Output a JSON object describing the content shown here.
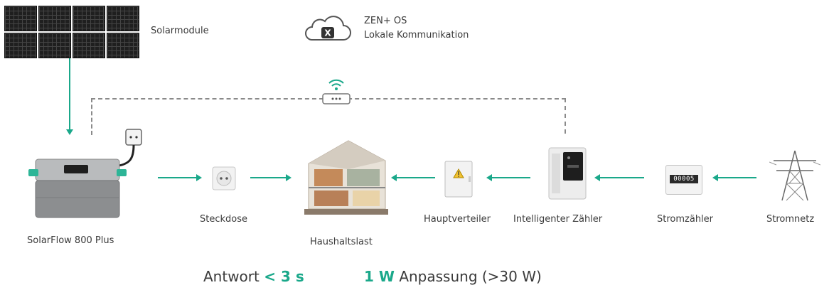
{
  "nodes": {
    "solar_modules": "Solarmodule",
    "cloud_title": "ZEN+ OS",
    "cloud_subtitle": "Lokale Kommunikation",
    "solarflow": "SolarFlow 800 Plus",
    "socket": "Steckdose",
    "household": "Haushaltslast",
    "distributor": "Hauptverteiler",
    "smart_meter": "Intelligenter Zähler",
    "power_meter": "Stromzähler",
    "grid": "Stromnetz"
  },
  "meter_reading": "00005",
  "footer": {
    "response_label": "Antwort",
    "response_value": "< 3 s",
    "adjust_value": "1 W",
    "adjust_label": "Anpassung (>30 W)"
  },
  "colors": {
    "accent": "#1aa88a",
    "dashed_line": "#8a8a8a"
  },
  "icons": [
    "solar-panel-icon",
    "cloud-x-icon",
    "router-wifi-icon",
    "battery-unit-icon",
    "wall-socket-icon",
    "house-icon",
    "distribution-box-icon",
    "smart-meter-icon",
    "electricity-meter-icon",
    "power-pylon-icon"
  ]
}
